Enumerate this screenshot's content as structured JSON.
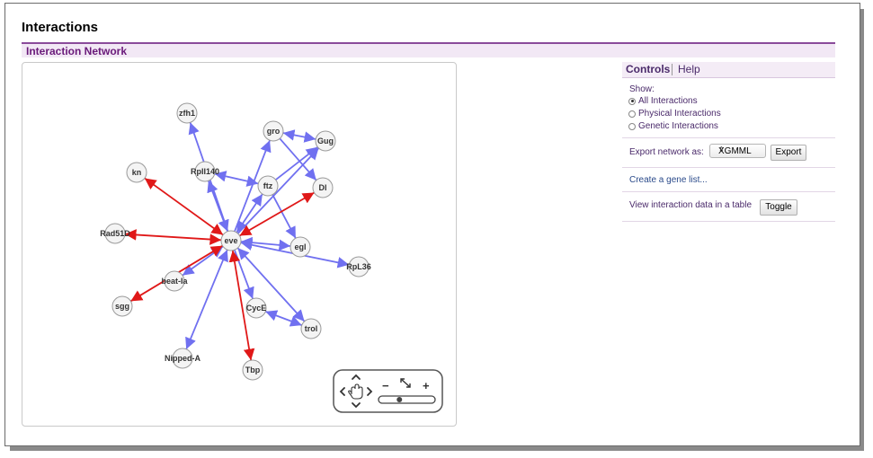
{
  "page": {
    "title": "Interactions"
  },
  "section": {
    "title": "Interaction Network"
  },
  "network": {
    "colors": {
      "physical_edge": "#7070f0",
      "genetic_edge": "#e01818"
    },
    "nodes": [
      {
        "id": "zfh1",
        "label": "zfh1"
      },
      {
        "id": "gro",
        "label": "gro"
      },
      {
        "id": "Gug",
        "label": "Gug"
      },
      {
        "id": "kn",
        "label": "kn"
      },
      {
        "id": "RpII140",
        "label": "RpII140"
      },
      {
        "id": "ftz",
        "label": "ftz"
      },
      {
        "id": "Dl",
        "label": "Dl"
      },
      {
        "id": "Rad51D",
        "label": "Rad51D"
      },
      {
        "id": "eve",
        "label": "eve"
      },
      {
        "id": "egl",
        "label": "egl"
      },
      {
        "id": "RpL36",
        "label": "RpL36"
      },
      {
        "id": "beat-Ia",
        "label": "beat-Ia"
      },
      {
        "id": "sgg",
        "label": "sgg"
      },
      {
        "id": "CycE",
        "label": "CycE"
      },
      {
        "id": "trol",
        "label": "trol"
      },
      {
        "id": "Nipped-A",
        "label": "Nipped-A"
      },
      {
        "id": "Tbp",
        "label": "Tbp"
      }
    ],
    "edges": [
      {
        "from": "eve",
        "to": "zfh1",
        "type": "physical",
        "dir": "to"
      },
      {
        "from": "eve",
        "to": "RpII140",
        "type": "physical",
        "dir": "both"
      },
      {
        "from": "eve",
        "to": "gro",
        "type": "physical",
        "dir": "to"
      },
      {
        "from": "eve",
        "to": "Gug",
        "type": "physical",
        "dir": "to"
      },
      {
        "from": "eve",
        "to": "ftz",
        "type": "physical",
        "dir": "both"
      },
      {
        "from": "eve",
        "to": "egl",
        "type": "physical",
        "dir": "both"
      },
      {
        "from": "eve",
        "to": "RpL36",
        "type": "physical",
        "dir": "both"
      },
      {
        "from": "eve",
        "to": "beat-Ia",
        "type": "physical",
        "dir": "both"
      },
      {
        "from": "eve",
        "to": "CycE",
        "type": "physical",
        "dir": "to"
      },
      {
        "from": "eve",
        "to": "trol",
        "type": "physical",
        "dir": "both"
      },
      {
        "from": "eve",
        "to": "Nipped-A",
        "type": "physical",
        "dir": "both"
      },
      {
        "from": "gro",
        "to": "Gug",
        "type": "physical",
        "dir": "both"
      },
      {
        "from": "gro",
        "to": "Dl",
        "type": "physical",
        "dir": "to"
      },
      {
        "from": "ftz",
        "to": "Gug",
        "type": "physical",
        "dir": "to"
      },
      {
        "from": "ftz",
        "to": "RpII140",
        "type": "physical",
        "dir": "both"
      },
      {
        "from": "ftz",
        "to": "egl",
        "type": "physical",
        "dir": "to"
      },
      {
        "from": "CycE",
        "to": "trol",
        "type": "physical",
        "dir": "both"
      },
      {
        "from": "eve",
        "to": "kn",
        "type": "genetic",
        "dir": "both"
      },
      {
        "from": "eve",
        "to": "Rad51D",
        "type": "genetic",
        "dir": "both"
      },
      {
        "from": "eve",
        "to": "Dl",
        "type": "genetic",
        "dir": "both"
      },
      {
        "from": "eve",
        "to": "sgg",
        "type": "genetic",
        "dir": "both"
      },
      {
        "from": "eve",
        "to": "Tbp",
        "type": "genetic",
        "dir": "both"
      }
    ],
    "zoom_controls": {
      "pan_icon": "pan-arrows-icon",
      "hand_icon": "hand-grab-icon",
      "minus": "−",
      "fit_icon": "fit-arrows-icon",
      "plus": "+",
      "zoom_level": 0.35
    }
  },
  "controls": {
    "tabs": [
      {
        "label": "Controls"
      },
      {
        "label": "Help"
      }
    ],
    "show_label": "Show:",
    "filters": [
      {
        "label": "All Interactions",
        "selected": true
      },
      {
        "label": "Physical Interactions",
        "selected": false
      },
      {
        "label": "Genetic Interactions",
        "selected": false
      }
    ],
    "export": {
      "label": "Export network as:",
      "format": "XGMML",
      "button": "Export"
    },
    "gene_list_link": "Create a gene list...",
    "table_view": {
      "label": "View interaction data in a table",
      "button": "Toggle"
    }
  }
}
